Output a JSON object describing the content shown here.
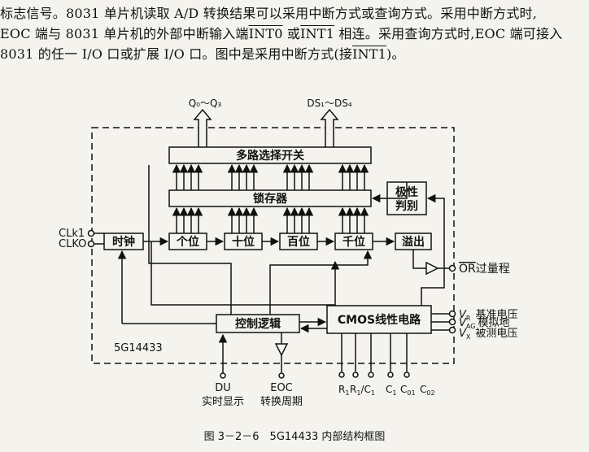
{
  "paragraph": {
    "line1": "标志信号。8031 单片机读取 A/D 转换结果可以采用中断方式或查询方式。采用中断方式时,",
    "line2a": "EOC 端与 8031 单片机的外部中断输入端",
    "line2_int0": "INT0",
    "line2b": " 或",
    "line2_int1": "INT1",
    "line2c": " 相连。采用查询方式时,EOC 端可接入",
    "line3a": "8031 的任一 I/O 口或扩展 I/O 口。图中是采用中断方式(接",
    "line3_int1": "INT1",
    "line3b": ")。"
  },
  "diagram": {
    "output_q": "Q₀～Q₃",
    "output_ds": "DS₁～DS₄",
    "mux": "多路选择开关",
    "latch": "锁存器",
    "polarity_line1": "极性",
    "polarity_line2": "判别",
    "clock": "时钟",
    "units": "个位",
    "tens": "十位",
    "hundreds": "百位",
    "thousands": "千位",
    "overflow": "溢出",
    "control": "控制逻辑",
    "cmos": "CMOS线性电路",
    "chip": "5G14433",
    "clk1": "CLk1",
    "clk0": "CLKO",
    "or_bar": "OR",
    "or_text": "过量程",
    "vr": "V",
    "vr_sub": "R",
    "vr_label": "基准电压",
    "vag": "V",
    "vag_sub": "AG",
    "vag_label": "模拟地",
    "vx": "V",
    "vx_sub": "X",
    "vx_label": "被测电压",
    "du": "DU",
    "du_label": "实时显示",
    "eoc": "EOC",
    "eoc_label": "转换周期",
    "pin_r1": "R",
    "pin_r1_sub": "1",
    "pin_r1c1_a": "R",
    "pin_r1c1_b": "/C",
    "pin_r1c1_sub": "1",
    "pin_c1": "C",
    "pin_c1_sub": "1",
    "pin_c01": "C",
    "pin_c01_sub": "01",
    "pin_c02": "C",
    "pin_c02_sub": "02"
  },
  "caption": "图 3－2－6　5G14433 内部结构框图"
}
